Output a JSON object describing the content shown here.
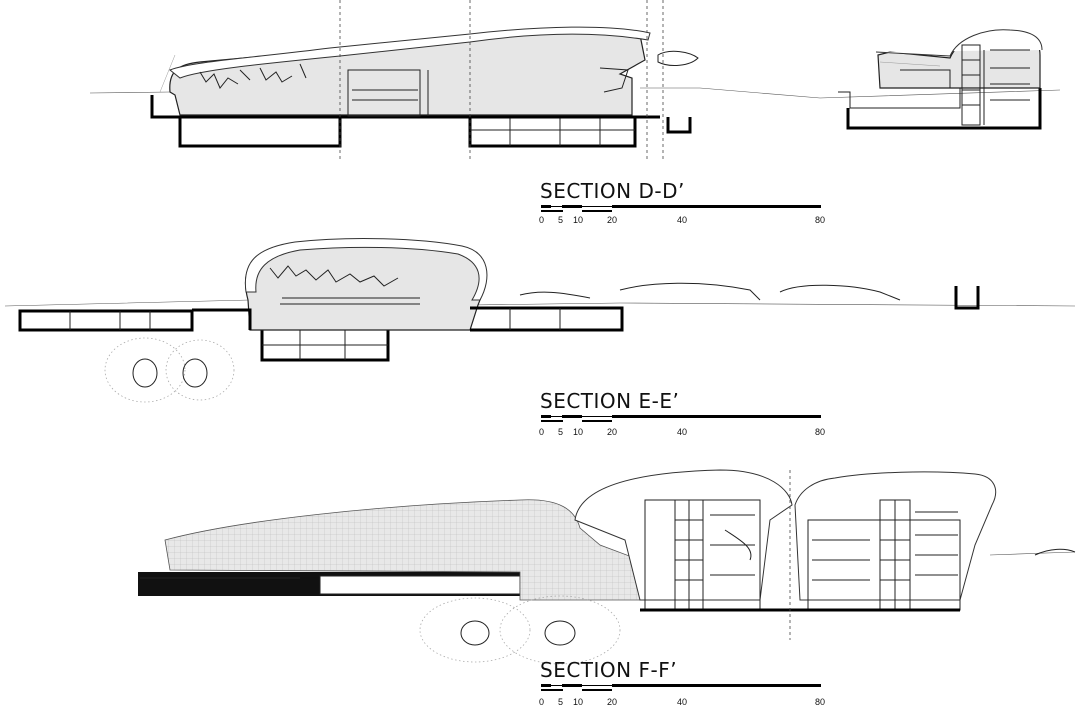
{
  "sections": [
    {
      "id": "d",
      "title": "SECTION D-D’",
      "scale": [
        "0",
        "5",
        "10",
        "20",
        "40",
        "80"
      ]
    },
    {
      "id": "e",
      "title": "SECTION E-E’",
      "scale": [
        "0",
        "5",
        "10",
        "20",
        "40",
        "80"
      ]
    },
    {
      "id": "f",
      "title": "SECTION F-F’",
      "scale": [
        "0",
        "5",
        "10",
        "20",
        "40",
        "80"
      ]
    }
  ]
}
